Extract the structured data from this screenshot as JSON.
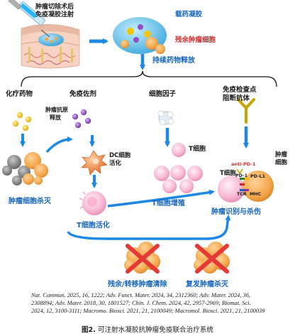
{
  "top": {
    "injection_label_1": "肿瘤切除术后",
    "injection_label_2": "免疫凝胶注射",
    "gel_label": "载药凝胶",
    "residual_label": "残余肿瘤细胞",
    "release_label": "持续药物释放"
  },
  "columns": {
    "chemo": "化疗药物",
    "adjuvant": "免疫佐剂",
    "cytokine": "细胞因子",
    "checkpoint_1": "免疫检查点",
    "checkpoint_2": "阻断抗体"
  },
  "labels": {
    "antigen_1": "肿瘤抗原",
    "antigen_2": "释放",
    "dc_1": "DC细胞",
    "dc_2": "活化",
    "t_cell": "T细胞",
    "t_cell_2": "T细胞",
    "tumor_cell_1": "肿瘤",
    "tumor_cell_2": "细胞",
    "anti_pd1": "anti-PD-1",
    "pd1": "PD-1",
    "pdl1": "PD-L1",
    "tcr": "TCR",
    "mhc": "MHC",
    "kill": "肿瘤细胞杀灭",
    "t_expand": "T细胞增殖",
    "t_activate": "T细胞活化",
    "recognize": "肿瘤识别与杀伤",
    "clear_1": "残余/转移肿瘤清除",
    "clear_2": "复发肿瘤杀灭"
  },
  "references": "Nat. Commun. 2025, 16, 1222; Adv. Funct. Mater. 2024, 34, 2312360; Adv. Mater. 2024, 36, 2308894; Adv. Mater. 2018, 30, 1801527; Chin. J. Chem. 2024, 42, 2957-2969; Biomat. Sci. 2024, 12, 3100-3111; Macromo. Biosci. 2021, 21, 2100049; Macromol. Biosci. 2021, 21, 2100039",
  "caption": {
    "number": "图2.",
    "text": " 可注射水凝胶抗肿瘤免疫联合治疗系统"
  },
  "colors": {
    "arrow_blue": "#1e88e5",
    "red_text": "#d32f2f",
    "blue_text": "#1565c0",
    "tumor_orange": "#f4a64a",
    "t_cell_pink": "#f7b8d4",
    "dc_orange": "#ef7c2a",
    "gel_blue": "#29b6f6",
    "drug_yellow": "#f9c400",
    "adjuvant_purple": "#8e4fc7"
  },
  "icons": [
    "syringe-icon",
    "skin-section-icon",
    "gel-tumor-icon",
    "tumor-cluster-icon",
    "dc-cell-icon",
    "t-cell-icon",
    "antibody-icon",
    "cross-icon"
  ]
}
